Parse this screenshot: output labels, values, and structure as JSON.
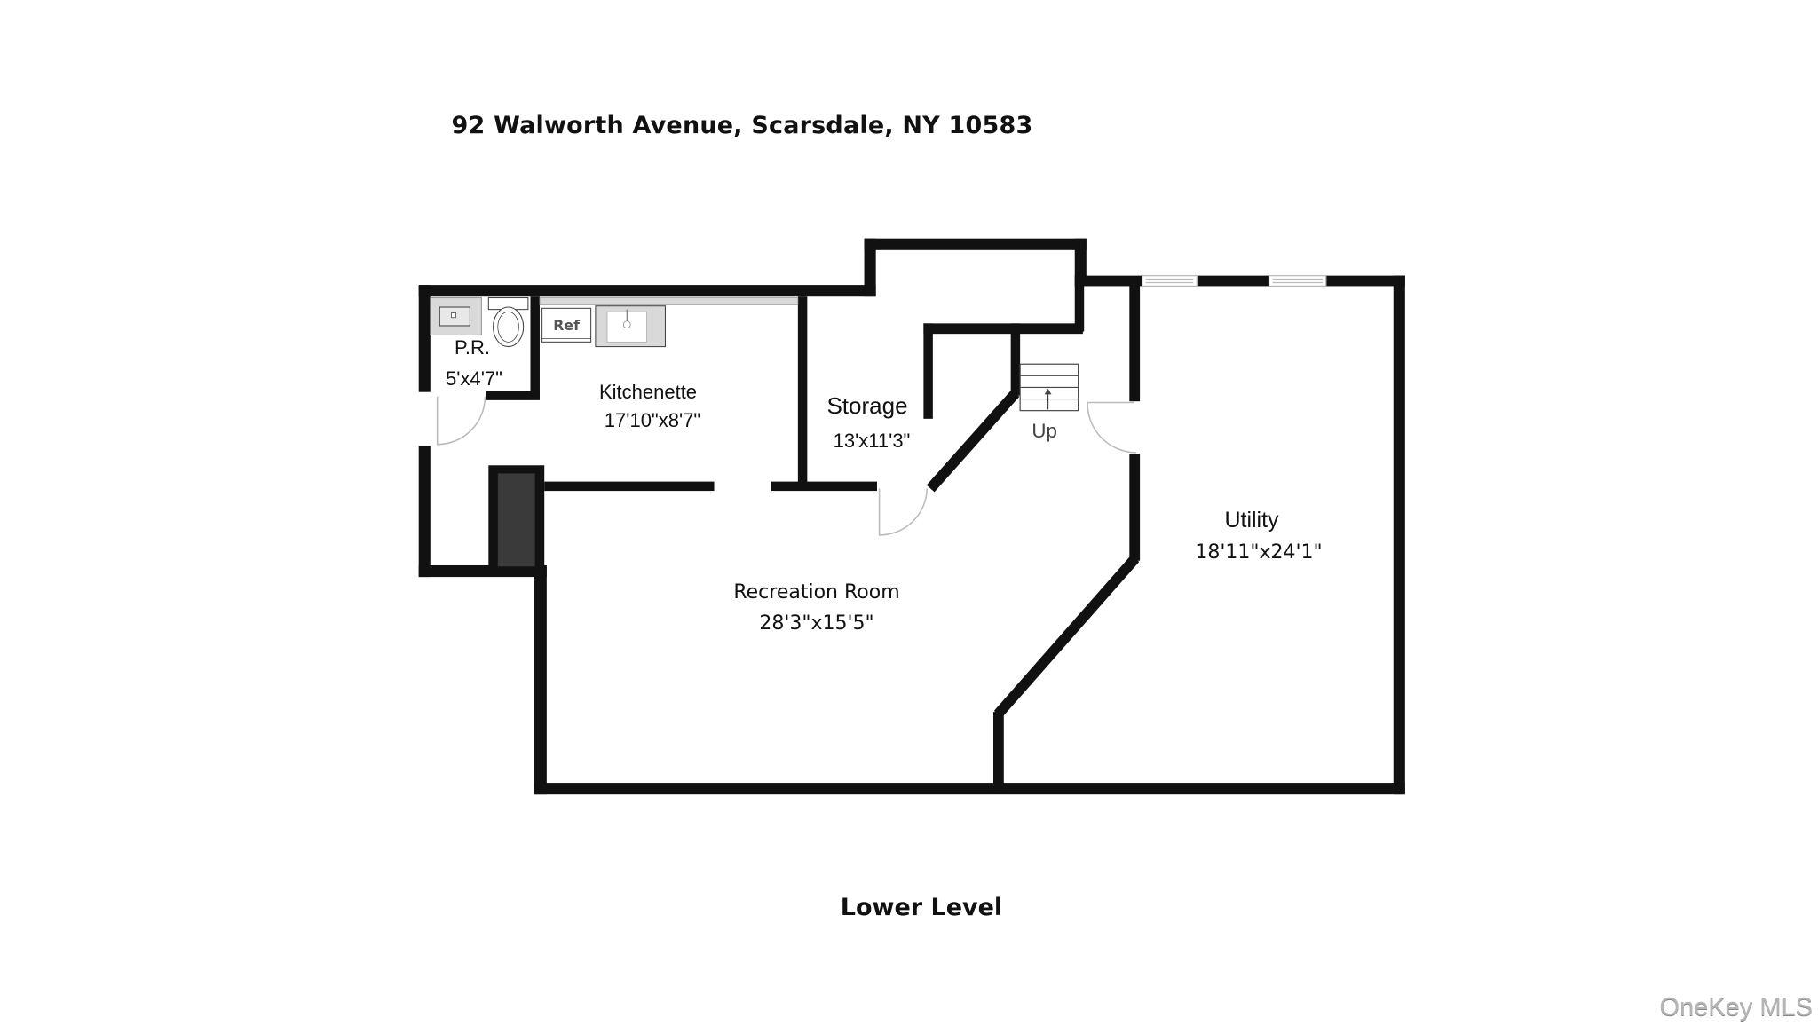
{
  "header": {
    "address": "92 Walworth Avenue, Scarsdale, NY 10583"
  },
  "footer": {
    "level": "Lower Level",
    "watermark": "OneKey MLS"
  },
  "rooms": [
    {
      "name": "P.R.",
      "dims": "5'x4'7\""
    },
    {
      "name": "Kitchenette",
      "dims": "17'10\"x8'7\""
    },
    {
      "name": "Storage",
      "dims": "13'x11'3\""
    },
    {
      "name": "Recreation Room",
      "dims": "28'3\"x15'5\""
    },
    {
      "name": "Utility",
      "dims": "18'11\"x24'1\""
    }
  ],
  "fixtures": {
    "refrigerator": "Ref",
    "stairs": "Up"
  },
  "colors": {
    "wall": "#111111",
    "fixture_fill": "#d9d9d9",
    "chimney_fill": "#3a3a3a",
    "door_arc": "#bbbbbb"
  }
}
